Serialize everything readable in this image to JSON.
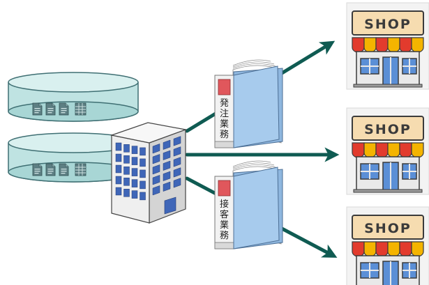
{
  "binders": [
    {
      "id": "ordering",
      "label": "発注業務"
    },
    {
      "id": "customer-service",
      "label": "接客業務"
    }
  ],
  "shops": [
    {
      "sign": "SHOP"
    },
    {
      "sign": "SHOP"
    },
    {
      "sign": "SHOP"
    }
  ],
  "colors": {
    "arrow": "#0f5b52",
    "database": "#bfe3e2",
    "database_stroke": "#3f6f73",
    "binder_cover": "#9ec5ea",
    "awning_red": "#e23b2d",
    "awning_yellow": "#f4b400",
    "building": "#e9e9e9",
    "window_blue": "#3f66b8"
  }
}
